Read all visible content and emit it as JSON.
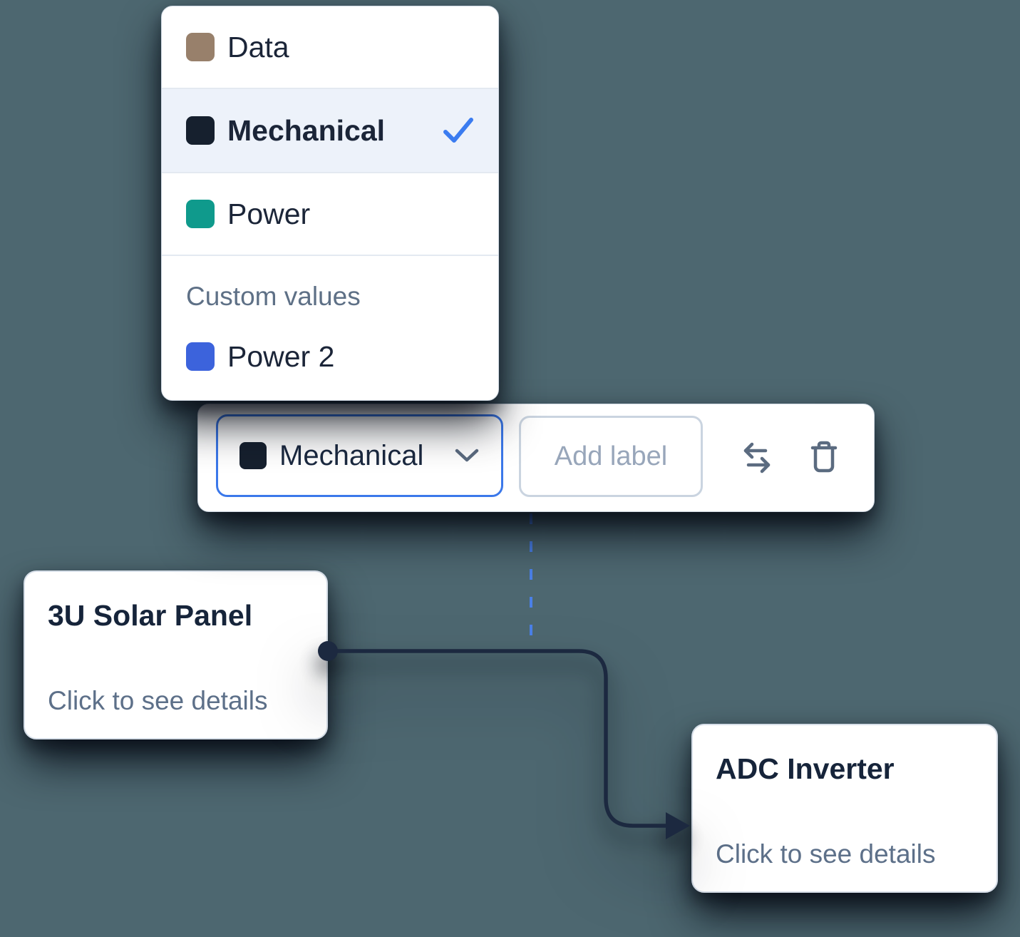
{
  "canvas": {
    "background": "#4d6770"
  },
  "edge": {
    "color": "#1c2940",
    "pointer_color": "#4a80e8"
  },
  "dropdown": {
    "items": [
      {
        "label": "Data",
        "color": "#98806b",
        "selected": false
      },
      {
        "label": "Mechanical",
        "color": "#16202e",
        "selected": true
      },
      {
        "label": "Power",
        "color": "#0f9a8c",
        "selected": false
      }
    ],
    "section_label": "Custom values",
    "custom_items": [
      {
        "label": "Power 2",
        "color": "#3c63dc"
      }
    ],
    "check_color": "#3b7cf0"
  },
  "toolbar": {
    "select": {
      "value": "Mechanical",
      "swatch_color": "#16202e",
      "border_color": "#3b78ea"
    },
    "add_label": {
      "placeholder": "Add label"
    },
    "icon_color": "#5b6b80"
  },
  "nodes": [
    {
      "title": "3U Solar Panel",
      "subtitle": "Click to see details"
    },
    {
      "title": "ADC Inverter",
      "subtitle": "Click to see details"
    }
  ]
}
